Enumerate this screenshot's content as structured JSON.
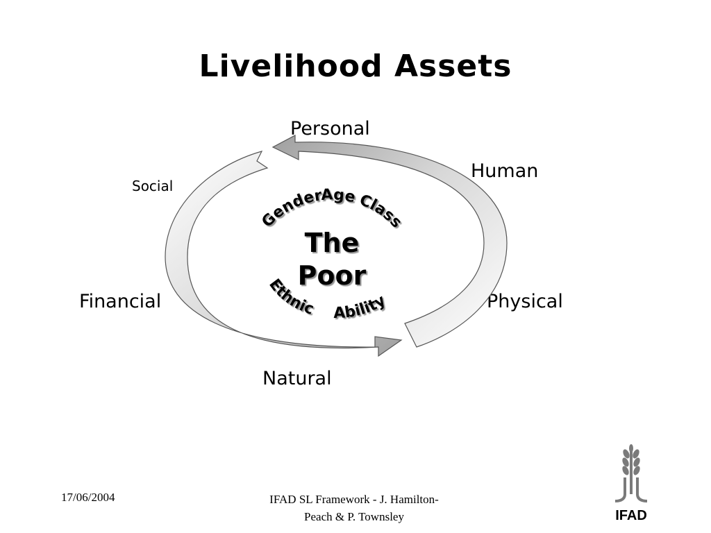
{
  "slide": {
    "title": "Livelihood Assets"
  },
  "assets": {
    "personal": "Personal",
    "human": "Human",
    "social": "Social",
    "financial": "Financial",
    "physical": "Physical",
    "natural": "Natural"
  },
  "center": {
    "line1": "The",
    "line2": "Poor",
    "attributes": {
      "gender": "Gender",
      "age": "Age",
      "class": "Class",
      "ethnic": "Ethnic",
      "ability": "Ability"
    }
  },
  "footer": {
    "date": "17/06/2004",
    "credit_line1": "IFAD SL Framework - J. Hamilton-",
    "credit_line2": "Peach &  P. Townsley"
  },
  "logo": {
    "text": "IFAD",
    "icon": "wheat-icon"
  },
  "colors": {
    "arrow_fill_light": "#ffffff",
    "arrow_fill_dark": "#a9a9a9",
    "outline": "#555555",
    "text": "#000000"
  }
}
